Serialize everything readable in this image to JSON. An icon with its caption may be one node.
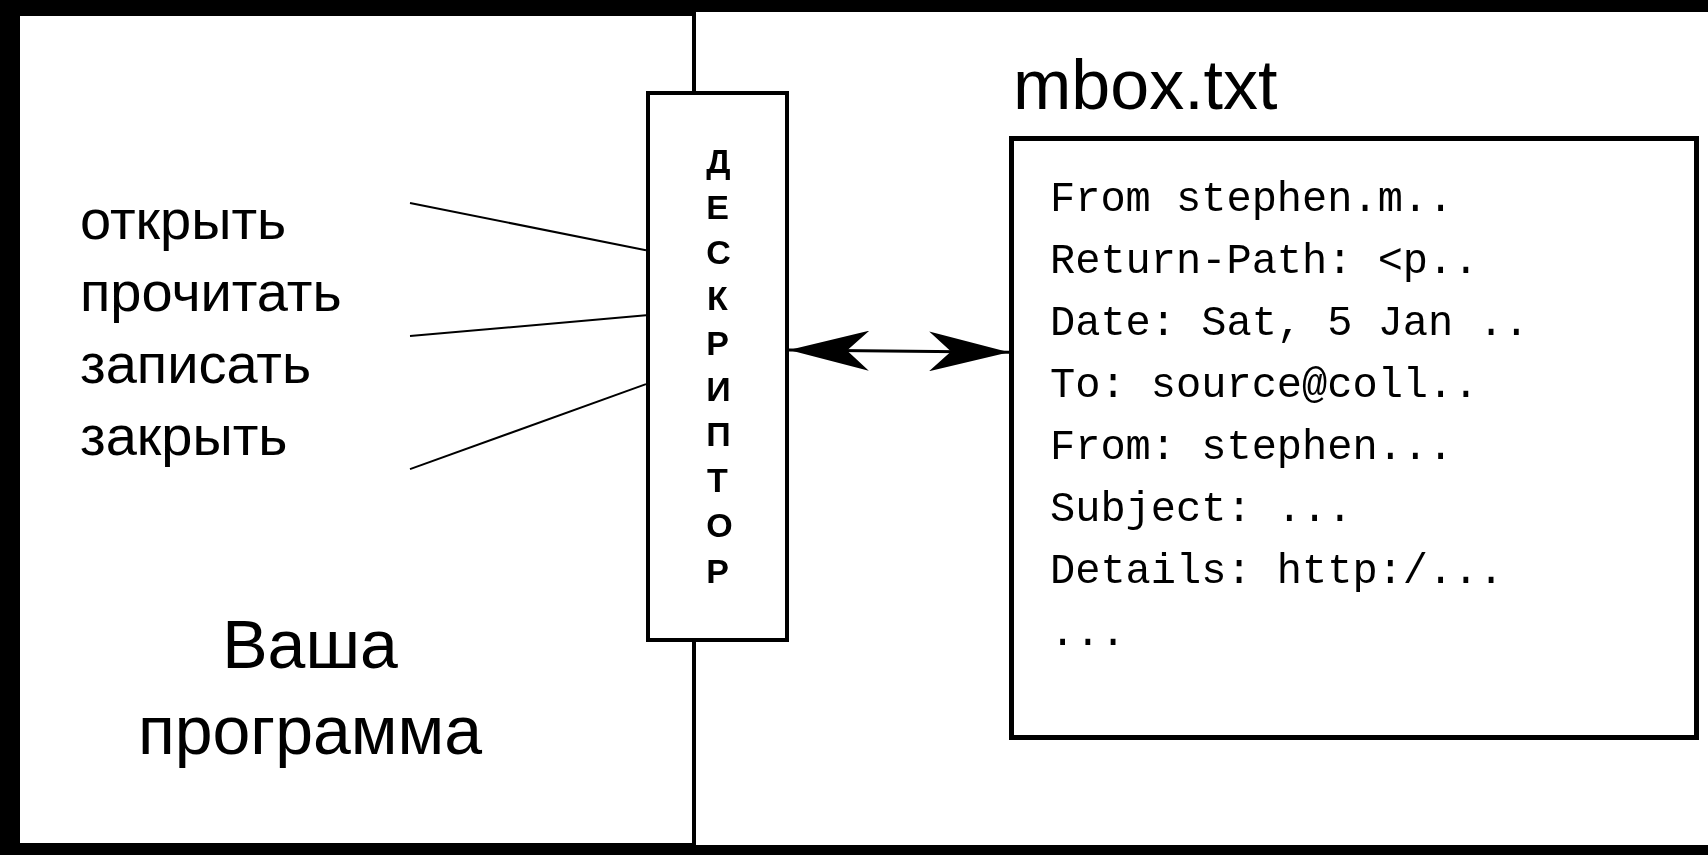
{
  "diagram": {
    "nodes": [
      {
        "text": [
          "Ваша программа"
        ]
      },
      {
        "text": [
          "открыть",
          "прочитать",
          "записать",
          "закрыть"
        ],
        "in": 0
      },
      {
        "text": [
          "ДЕСКРИПТОР"
        ]
      },
      {
        "text": [
          "mbox.txt",
          "From stephen.m..",
          "Return-Path: <p..",
          "Date: Sat, 5 Jan ..",
          "To: source@coll..",
          "From: stephen...",
          "Subject: ...",
          "Details: http:/...",
          "..."
        ]
      }
    ],
    "edges": [
      {
        "from": 1,
        "to": 2,
        "arrow": "none"
      },
      {
        "from": 1,
        "to": 2,
        "arrow": "none"
      },
      {
        "from": 1,
        "to": 2,
        "arrow": "none"
      },
      {
        "from": 2,
        "to": 3,
        "arrow": "both"
      }
    ]
  }
}
